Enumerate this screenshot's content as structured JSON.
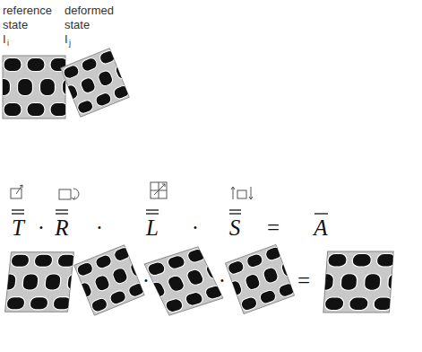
{
  "diagram": {
    "labels": [
      "reference state",
      "I",
      "i",
      "deformed state",
      "I",
      "j",
      "T",
      "·",
      "R",
      "·",
      "L",
      "·",
      "S",
      "=",
      "A",
      "·",
      "·",
      "="
    ]
  }
}
